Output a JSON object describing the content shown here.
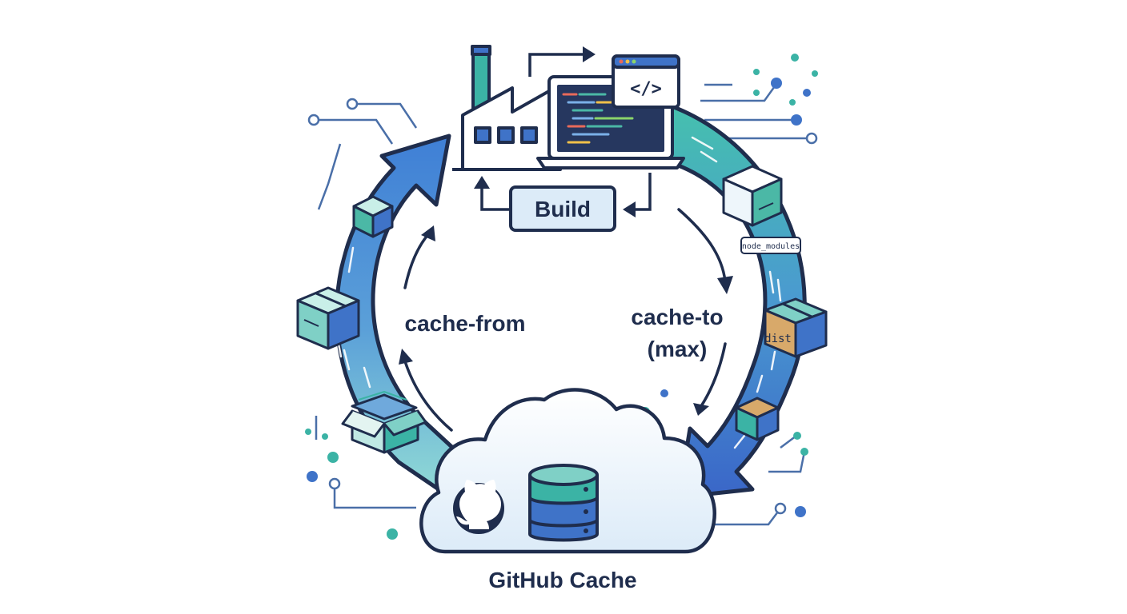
{
  "build_label": "Build",
  "cache_from_label": "cache-from",
  "cache_to_label_line1": "cache-to",
  "cache_to_label_line2": "(max)",
  "cache_title": "GitHub Cache",
  "node_modules_label": "node_modules",
  "dist_label": "dist",
  "code_icon_text": "</>",
  "colors": {
    "navy": "#1f2d4d",
    "blue": "#3f73c8",
    "teal": "#3bb3a5",
    "light_teal": "#bfe8e3",
    "light_blue": "#dcebf8"
  }
}
